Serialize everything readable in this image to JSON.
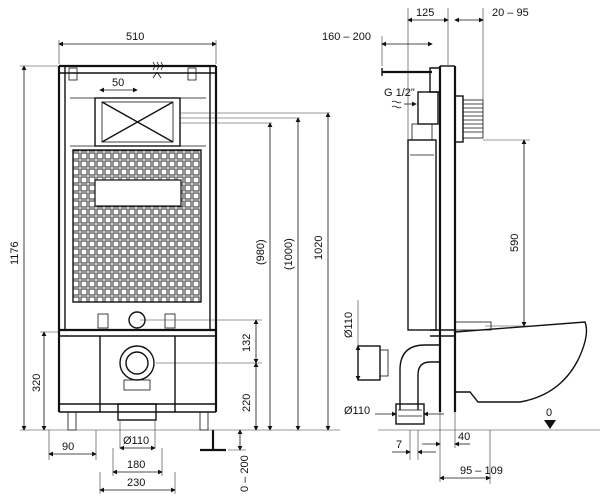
{
  "labels": {
    "w510": "510",
    "w50": "50",
    "h1176": "1176",
    "h320": "320",
    "h980": "(980)",
    "h1000": "(1000)",
    "h1020": "1020",
    "h132": "132",
    "h220": "220",
    "h0_200": "0 – 200",
    "w90": "90",
    "d110_front": "Ø110",
    "w180": "180",
    "w230": "230",
    "w125": "125",
    "w20_95": "20 – 95",
    "w160_200": "160 – 200",
    "g12": "G 1/2\"",
    "h590": "590",
    "d110_side_top": "Ø110",
    "d110_side_bottom": "Ø110",
    "zero": "0",
    "w7": "7",
    "w40": "40",
    "w95_109": "95 – 109"
  }
}
